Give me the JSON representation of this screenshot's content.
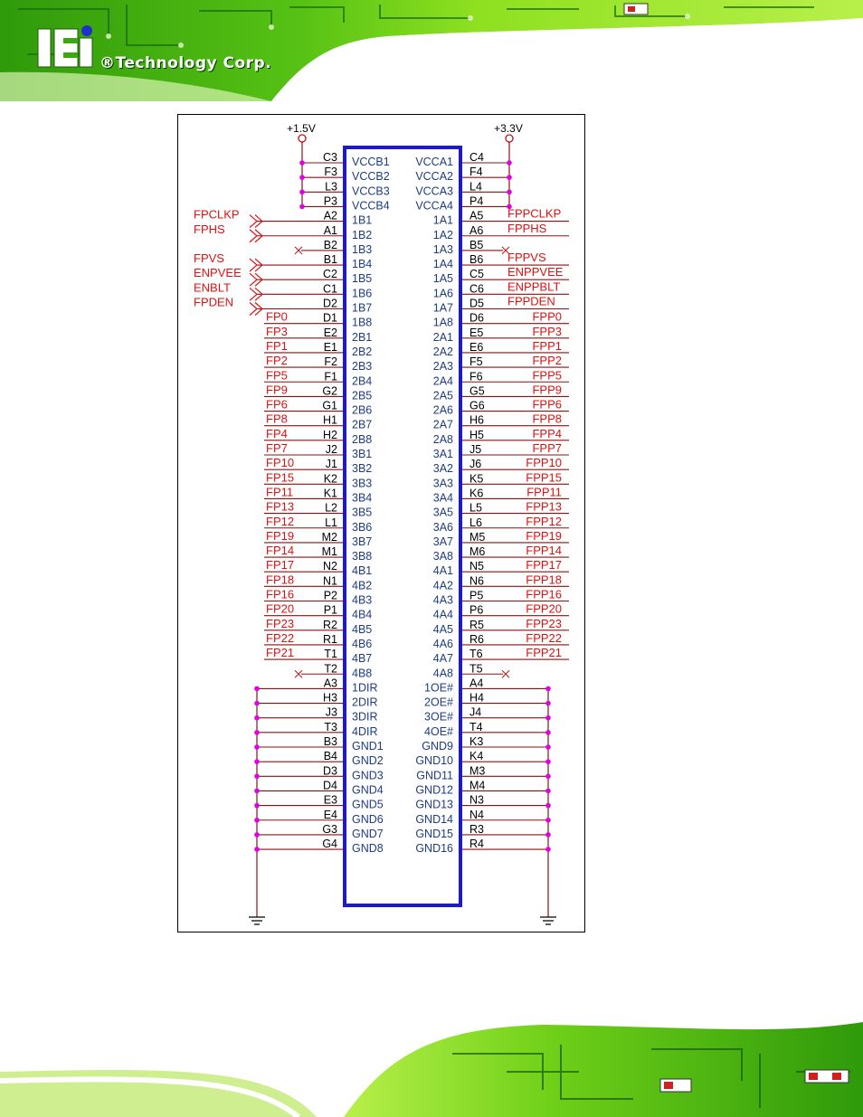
{
  "brand": {
    "text": "®Technology Corp.",
    "logo_letters": "iEi"
  },
  "colors": {
    "header_green": "#3aa80e",
    "bright_green": "#8ee020",
    "chip_blue": "#1a1ad6",
    "pin_text": "#1d3b86",
    "net_red": "#e01010",
    "wire_red": "#8b1010",
    "dot": "#e000e0"
  },
  "schematic": {
    "pwr_left": "+1.5V",
    "pwr_right": "+3.3V",
    "left_pins": [
      {
        "ball": "C3",
        "name": "VCCB1",
        "net": "",
        "kind": "pwr"
      },
      {
        "ball": "F3",
        "name": "VCCB2",
        "net": "",
        "kind": "pwr"
      },
      {
        "ball": "L3",
        "name": "VCCB3",
        "net": "",
        "kind": "pwr"
      },
      {
        "ball": "P3",
        "name": "VCCB4",
        "net": "",
        "kind": "pwr"
      },
      {
        "ball": "A2",
        "name": "1B1",
        "net": "FPCLKP",
        "kind": "port"
      },
      {
        "ball": "A1",
        "name": "1B2",
        "net": "FPHS",
        "kind": "port"
      },
      {
        "ball": "B2",
        "name": "1B3",
        "net": "",
        "kind": "nc"
      },
      {
        "ball": "B1",
        "name": "1B4",
        "net": "FPVS",
        "kind": "port"
      },
      {
        "ball": "C2",
        "name": "1B5",
        "net": "ENPVEE",
        "kind": "port"
      },
      {
        "ball": "C1",
        "name": "1B6",
        "net": "ENBLT",
        "kind": "port"
      },
      {
        "ball": "D2",
        "name": "1B7",
        "net": "FPDEN",
        "kind": "port"
      },
      {
        "ball": "D1",
        "name": "1B8",
        "net": "FP0",
        "kind": "net"
      },
      {
        "ball": "E2",
        "name": "2B1",
        "net": "FP3",
        "kind": "net"
      },
      {
        "ball": "E1",
        "name": "2B2",
        "net": "FP1",
        "kind": "net"
      },
      {
        "ball": "F2",
        "name": "2B3",
        "net": "FP2",
        "kind": "net"
      },
      {
        "ball": "F1",
        "name": "2B4",
        "net": "FP5",
        "kind": "net"
      },
      {
        "ball": "G2",
        "name": "2B5",
        "net": "FP9",
        "kind": "net"
      },
      {
        "ball": "G1",
        "name": "2B6",
        "net": "FP6",
        "kind": "net"
      },
      {
        "ball": "H1",
        "name": "2B7",
        "net": "FP8",
        "kind": "net"
      },
      {
        "ball": "H2",
        "name": "2B8",
        "net": "FP4",
        "kind": "net"
      },
      {
        "ball": "J2",
        "name": "3B1",
        "net": "FP7",
        "kind": "net"
      },
      {
        "ball": "J1",
        "name": "3B2",
        "net": "FP10",
        "kind": "net"
      },
      {
        "ball": "K2",
        "name": "3B3",
        "net": "FP15",
        "kind": "net"
      },
      {
        "ball": "K1",
        "name": "3B4",
        "net": "FP11",
        "kind": "net"
      },
      {
        "ball": "L2",
        "name": "3B5",
        "net": "FP13",
        "kind": "net"
      },
      {
        "ball": "L1",
        "name": "3B6",
        "net": "FP12",
        "kind": "net"
      },
      {
        "ball": "M2",
        "name": "3B7",
        "net": "FP19",
        "kind": "net"
      },
      {
        "ball": "M1",
        "name": "3B8",
        "net": "FP14",
        "kind": "net"
      },
      {
        "ball": "N2",
        "name": "4B1",
        "net": "FP17",
        "kind": "net"
      },
      {
        "ball": "N1",
        "name": "4B2",
        "net": "FP18",
        "kind": "net"
      },
      {
        "ball": "P2",
        "name": "4B3",
        "net": "FP16",
        "kind": "net"
      },
      {
        "ball": "P1",
        "name": "4B4",
        "net": "FP20",
        "kind": "net"
      },
      {
        "ball": "R2",
        "name": "4B5",
        "net": "FP23",
        "kind": "net"
      },
      {
        "ball": "R1",
        "name": "4B6",
        "net": "FP22",
        "kind": "net"
      },
      {
        "ball": "T1",
        "name": "4B7",
        "net": "FP21",
        "kind": "net"
      },
      {
        "ball": "T2",
        "name": "4B8",
        "net": "",
        "kind": "nc"
      },
      {
        "ball": "A3",
        "name": "1DIR",
        "net": "",
        "kind": "gnd"
      },
      {
        "ball": "H3",
        "name": "2DIR",
        "net": "",
        "kind": "gnd"
      },
      {
        "ball": "J3",
        "name": "3DIR",
        "net": "",
        "kind": "gnd"
      },
      {
        "ball": "T3",
        "name": "4DIR",
        "net": "",
        "kind": "gnd"
      },
      {
        "ball": "B3",
        "name": "GND1",
        "net": "",
        "kind": "gnd"
      },
      {
        "ball": "B4",
        "name": "GND2",
        "net": "",
        "kind": "gnd"
      },
      {
        "ball": "D3",
        "name": "GND3",
        "net": "",
        "kind": "gnd"
      },
      {
        "ball": "D4",
        "name": "GND4",
        "net": "",
        "kind": "gnd"
      },
      {
        "ball": "E3",
        "name": "GND5",
        "net": "",
        "kind": "gnd"
      },
      {
        "ball": "E4",
        "name": "GND6",
        "net": "",
        "kind": "gnd"
      },
      {
        "ball": "G3",
        "name": "GND7",
        "net": "",
        "kind": "gnd"
      },
      {
        "ball": "G4",
        "name": "GND8",
        "net": "",
        "kind": "gnd"
      }
    ],
    "right_pins": [
      {
        "ball": "C4",
        "name": "VCCA1",
        "net": "",
        "kind": "pwr"
      },
      {
        "ball": "F4",
        "name": "VCCA2",
        "net": "",
        "kind": "pwr"
      },
      {
        "ball": "L4",
        "name": "VCCA3",
        "net": "",
        "kind": "pwr"
      },
      {
        "ball": "P4",
        "name": "VCCA4",
        "net": "",
        "kind": "pwr"
      },
      {
        "ball": "A5",
        "name": "1A1",
        "net": "FPPCLKP",
        "kind": "netline"
      },
      {
        "ball": "A6",
        "name": "1A2",
        "net": "FPPHS",
        "kind": "netline"
      },
      {
        "ball": "B5",
        "name": "1A3",
        "net": "",
        "kind": "nc"
      },
      {
        "ball": "B6",
        "name": "1A4",
        "net": "FPPVS",
        "kind": "netline"
      },
      {
        "ball": "C5",
        "name": "1A5",
        "net": "ENPPVEE",
        "kind": "netline"
      },
      {
        "ball": "C6",
        "name": "1A6",
        "net": "ENPPBLT",
        "kind": "netline"
      },
      {
        "ball": "D5",
        "name": "1A7",
        "net": "FPPDEN",
        "kind": "netline"
      },
      {
        "ball": "D6",
        "name": "1A8",
        "net": "FPP0",
        "kind": "net"
      },
      {
        "ball": "E5",
        "name": "2A1",
        "net": "FPP3",
        "kind": "net"
      },
      {
        "ball": "E6",
        "name": "2A2",
        "net": "FPP1",
        "kind": "net"
      },
      {
        "ball": "F5",
        "name": "2A3",
        "net": "FPP2",
        "kind": "net"
      },
      {
        "ball": "F6",
        "name": "2A4",
        "net": "FPP5",
        "kind": "net"
      },
      {
        "ball": "G5",
        "name": "2A5",
        "net": "FPP9",
        "kind": "net"
      },
      {
        "ball": "G6",
        "name": "2A6",
        "net": "FPP6",
        "kind": "net"
      },
      {
        "ball": "H6",
        "name": "2A7",
        "net": "FPP8",
        "kind": "net"
      },
      {
        "ball": "H5",
        "name": "2A8",
        "net": "FPP4",
        "kind": "net"
      },
      {
        "ball": "J5",
        "name": "3A1",
        "net": "FPP7",
        "kind": "net"
      },
      {
        "ball": "J6",
        "name": "3A2",
        "net": "FPP10",
        "kind": "net"
      },
      {
        "ball": "K5",
        "name": "3A3",
        "net": "FPP15",
        "kind": "net"
      },
      {
        "ball": "K6",
        "name": "3A4",
        "net": "FPP11",
        "kind": "net"
      },
      {
        "ball": "L5",
        "name": "3A5",
        "net": "FPP13",
        "kind": "net"
      },
      {
        "ball": "L6",
        "name": "3A6",
        "net": "FPP12",
        "kind": "net"
      },
      {
        "ball": "M5",
        "name": "3A7",
        "net": "FPP19",
        "kind": "net"
      },
      {
        "ball": "M6",
        "name": "3A8",
        "net": "FPP14",
        "kind": "net"
      },
      {
        "ball": "N5",
        "name": "4A1",
        "net": "FPP17",
        "kind": "net"
      },
      {
        "ball": "N6",
        "name": "4A2",
        "net": "FPP18",
        "kind": "net"
      },
      {
        "ball": "P5",
        "name": "4A3",
        "net": "FPP16",
        "kind": "net"
      },
      {
        "ball": "P6",
        "name": "4A4",
        "net": "FPP20",
        "kind": "net"
      },
      {
        "ball": "R5",
        "name": "4A5",
        "net": "FPP23",
        "kind": "net"
      },
      {
        "ball": "R6",
        "name": "4A6",
        "net": "FPP22",
        "kind": "net"
      },
      {
        "ball": "T6",
        "name": "4A7",
        "net": "FPP21",
        "kind": "net"
      },
      {
        "ball": "T5",
        "name": "4A8",
        "net": "",
        "kind": "nc"
      },
      {
        "ball": "A4",
        "name": "1OE#",
        "net": "",
        "kind": "gnd"
      },
      {
        "ball": "H4",
        "name": "2OE#",
        "net": "",
        "kind": "gnd"
      },
      {
        "ball": "J4",
        "name": "3OE#",
        "net": "",
        "kind": "gnd"
      },
      {
        "ball": "T4",
        "name": "4OE#",
        "net": "",
        "kind": "gnd"
      },
      {
        "ball": "K3",
        "name": "GND9",
        "net": "",
        "kind": "gnd"
      },
      {
        "ball": "K4",
        "name": "GND10",
        "net": "",
        "kind": "gnd"
      },
      {
        "ball": "M3",
        "name": "GND11",
        "net": "",
        "kind": "gnd"
      },
      {
        "ball": "M4",
        "name": "GND12",
        "net": "",
        "kind": "gnd"
      },
      {
        "ball": "N3",
        "name": "GND13",
        "net": "",
        "kind": "gnd"
      },
      {
        "ball": "N4",
        "name": "GND14",
        "net": "",
        "kind": "gnd"
      },
      {
        "ball": "R3",
        "name": "GND15",
        "net": "",
        "kind": "gnd"
      },
      {
        "ball": "R4",
        "name": "GND16",
        "net": "",
        "kind": "gnd"
      }
    ]
  }
}
